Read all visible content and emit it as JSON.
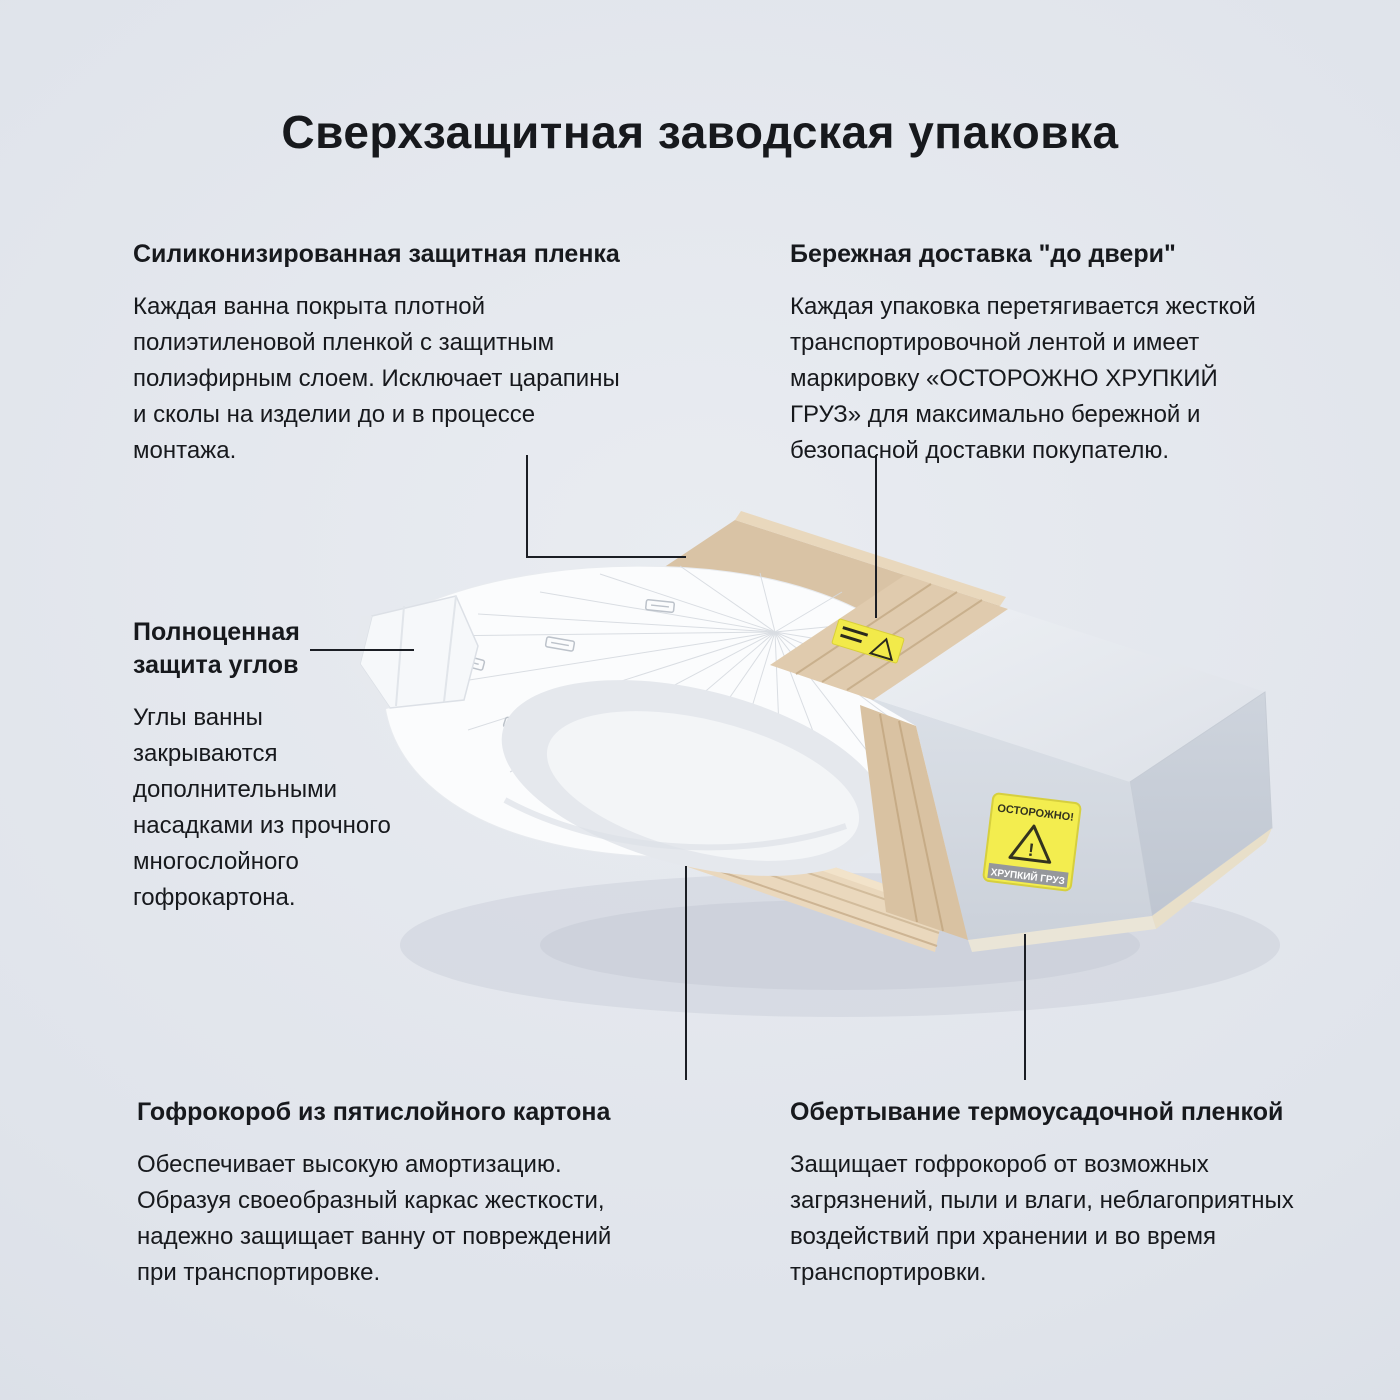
{
  "title": "Сверхзащитная заводская упаковка",
  "blocks": {
    "film": {
      "heading": "Силиконизированная защитная пленка",
      "body": "Каждая ванна покрыта плотной полиэтиленовой пленкой с защитным полиэфирным слоем. Исключает царапины и сколы на изделии до и в процессе монтажа."
    },
    "delivery": {
      "heading": "Бережная доставка \"до двери\"",
      "body": "Каждая упаковка перетягивается жесткой транспортировочной лентой и имеет маркировку «ОСТОРОЖНО ХРУПКИЙ ГРУЗ» для максимально бережной и безопасной доставки покупателю."
    },
    "corners": {
      "heading": "Полноценная\nзащита углов",
      "body": "Углы ванны\nзакрываются\nдополнительными\nнасадками из прочного\nмногослойного\nгофрокартона."
    },
    "box": {
      "heading": "Гофрокороб из пятислойного картона",
      "body": "Обеспечивает высокую амортизацию. Образуя своеобразный каркас жесткости, надежно защищает ванну от повреждений при транспортировке."
    },
    "wrap": {
      "heading": "Обертывание термоусадочной пленкой",
      "body": "Защищает гофрокороб от возможных загрязнений, пыли и влаги, неблагоприятных воздействий  при хранении и во время транспортировки."
    }
  },
  "labels": {
    "warning_top": "ОСТОРОЖНО!",
    "warning_mark": "!",
    "warning_bottom": "ХРУПКИЙ ГРУЗ"
  },
  "colors": {
    "warning_yellow": "#f2ea4a",
    "cardboard": "#dcc7a9",
    "shrink_wrap": "#d8dde4",
    "text": "#17191d"
  }
}
